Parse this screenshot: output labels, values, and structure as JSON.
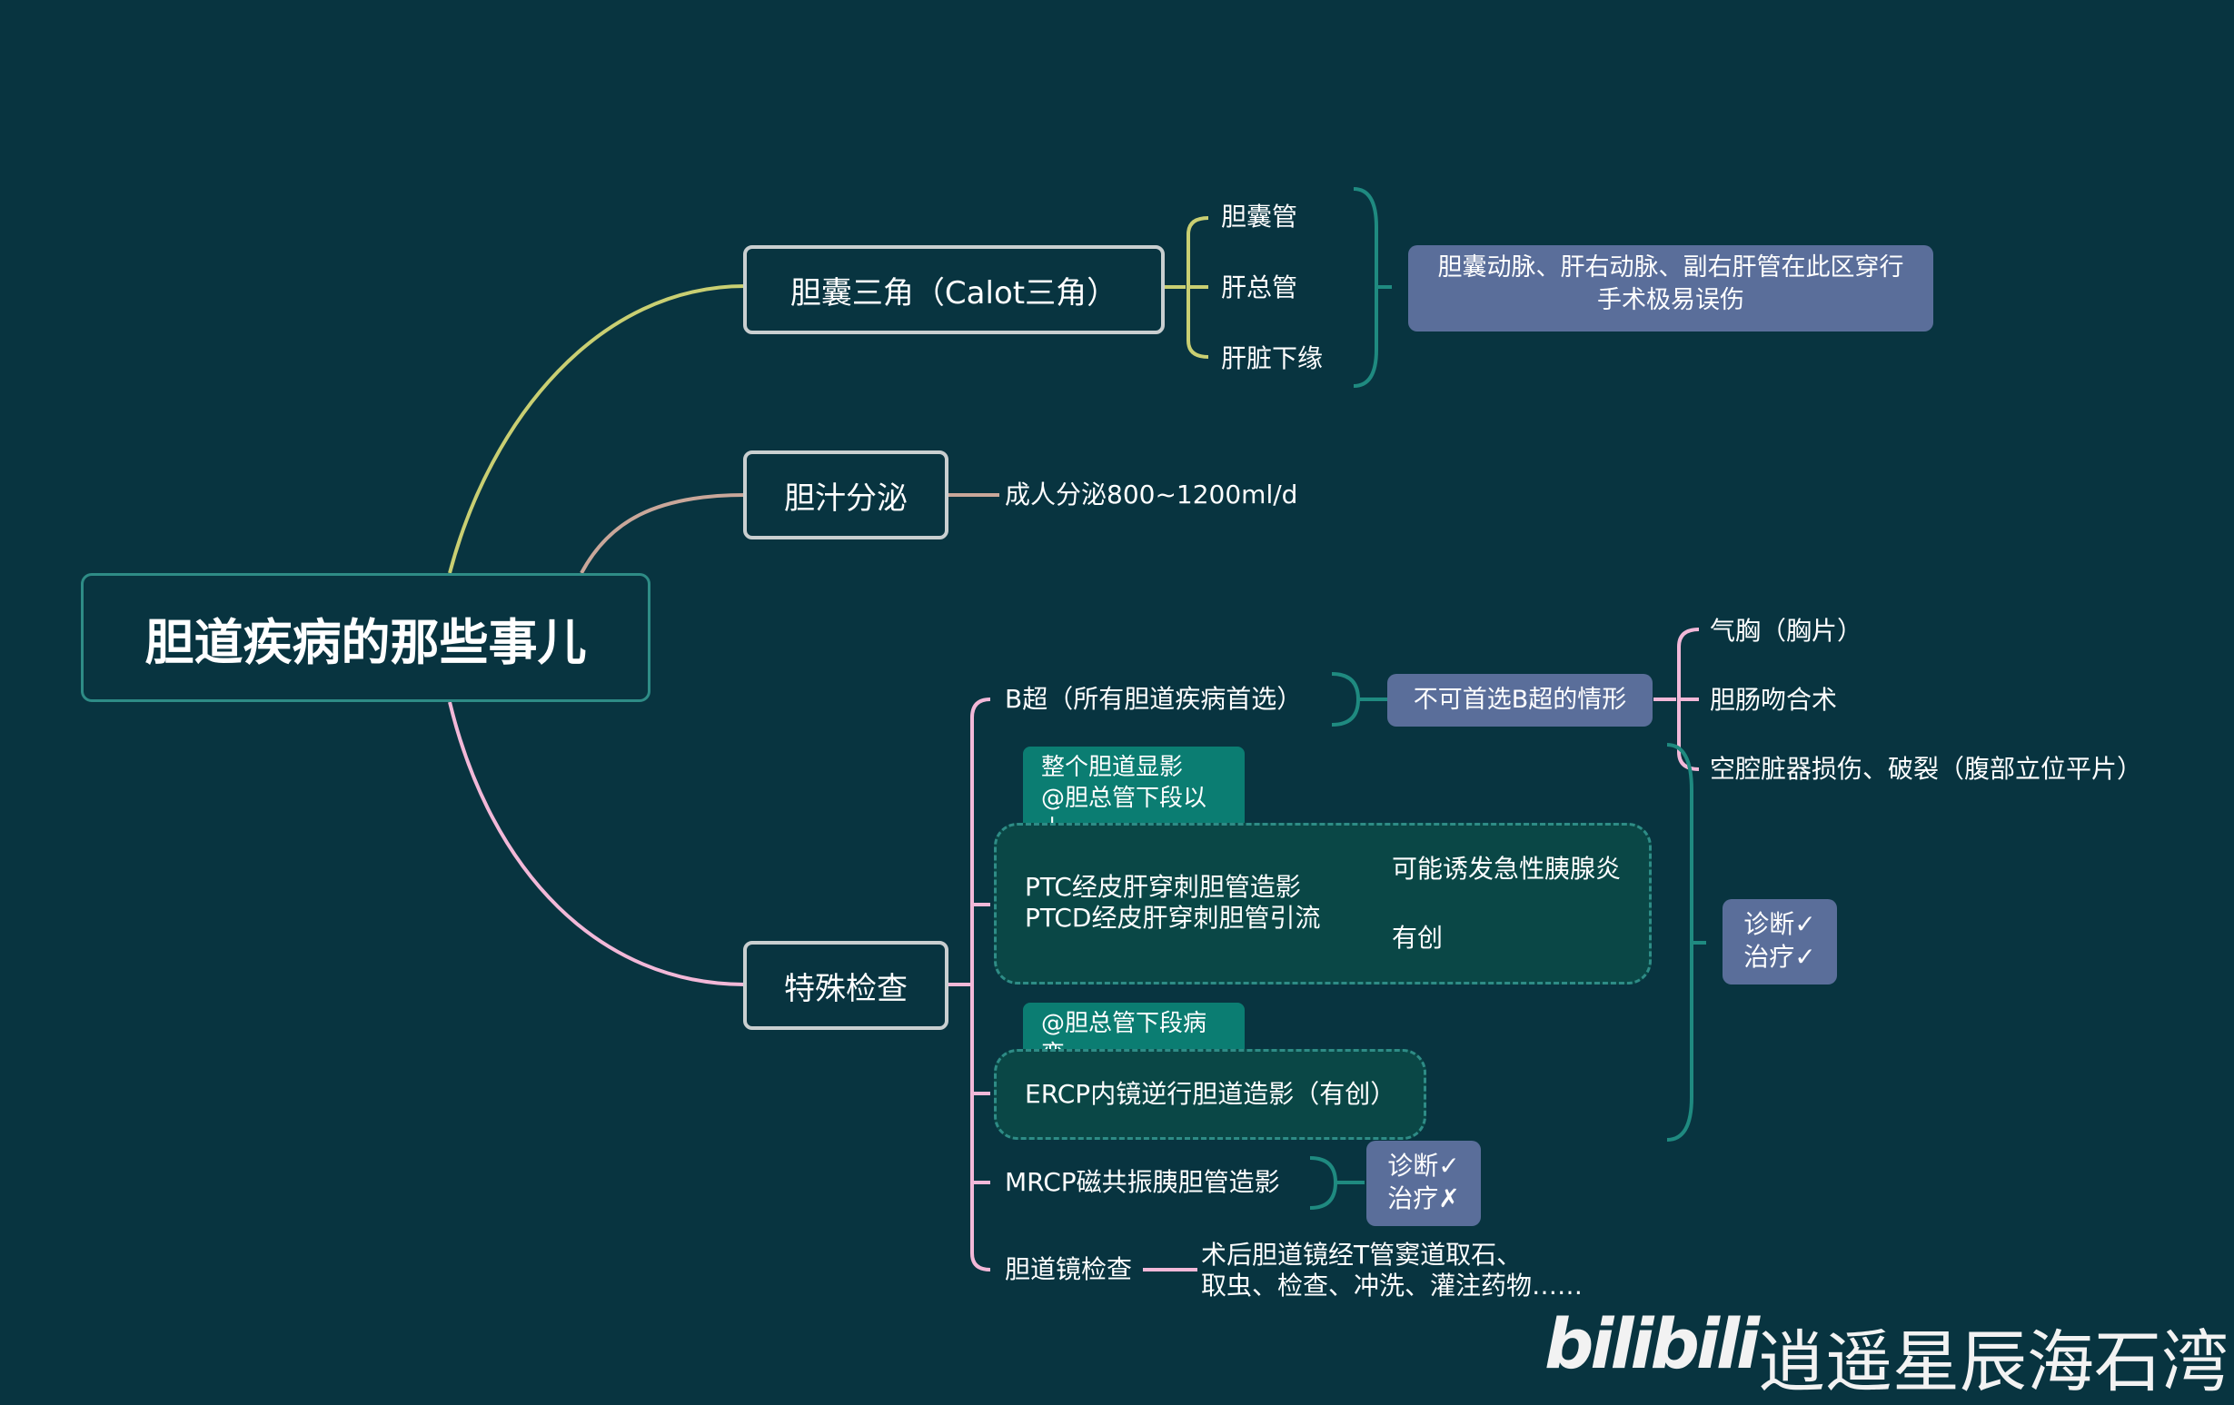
{
  "root": "胆道疾病的那些事儿",
  "branch1": {
    "title": "胆囊三角（Calot三角）",
    "items": [
      "胆囊管",
      "肝总管",
      "肝脏下缘"
    ],
    "note_line1": "胆囊动脉、肝右动脉、副右肝管在此区穿行",
    "note_line2": "手术极易误伤"
  },
  "branch2": {
    "title": "胆汁分泌",
    "item": "成人分泌800~1200ml/d"
  },
  "branch3": {
    "title": "特殊检查",
    "bus": {
      "label": "B超（所有胆道疾病首选）",
      "note": "不可首选B超的情形",
      "cases": [
        "气胸（胸片）",
        "胆肠吻合术",
        "空腔脏器损伤、破裂（腹部立位平片）"
      ]
    },
    "ptc": {
      "tag_line1": "整个胆道显影",
      "tag_line2": "@胆总管下段以上",
      "line1": "PTC经皮肝穿刺胆管造影",
      "line2": "PTCD经皮肝穿刺胆管引流",
      "notes": [
        "可能诱发急性胰腺炎",
        "有创"
      ]
    },
    "ercp": {
      "tag": "@胆总管下段病变",
      "label": "ERCP内镜逆行胆道造影（有创）"
    },
    "group_note_line1": "诊断✓",
    "group_note_line2": "治疗✓",
    "mrcp": {
      "label": "MRCP磁共振胰胆管造影",
      "note_line1": "诊断✓",
      "note_line2": "治疗✗"
    },
    "scope": {
      "label": "胆道镜检查",
      "note_line1": "术后胆道镜经T管窦道取石、",
      "note_line2": "取虫、检查、冲洗、灌注药物……"
    }
  },
  "watermark": {
    "logo": "bilibili",
    "name": "逍遥星辰海石湾"
  },
  "colors": {
    "background": "#083440",
    "branch1": "#c9cf72",
    "branch2": "#c9a79a",
    "branch3": "#f2b8d8",
    "teal": "#1f8a80",
    "note": "#5a6e9a"
  }
}
